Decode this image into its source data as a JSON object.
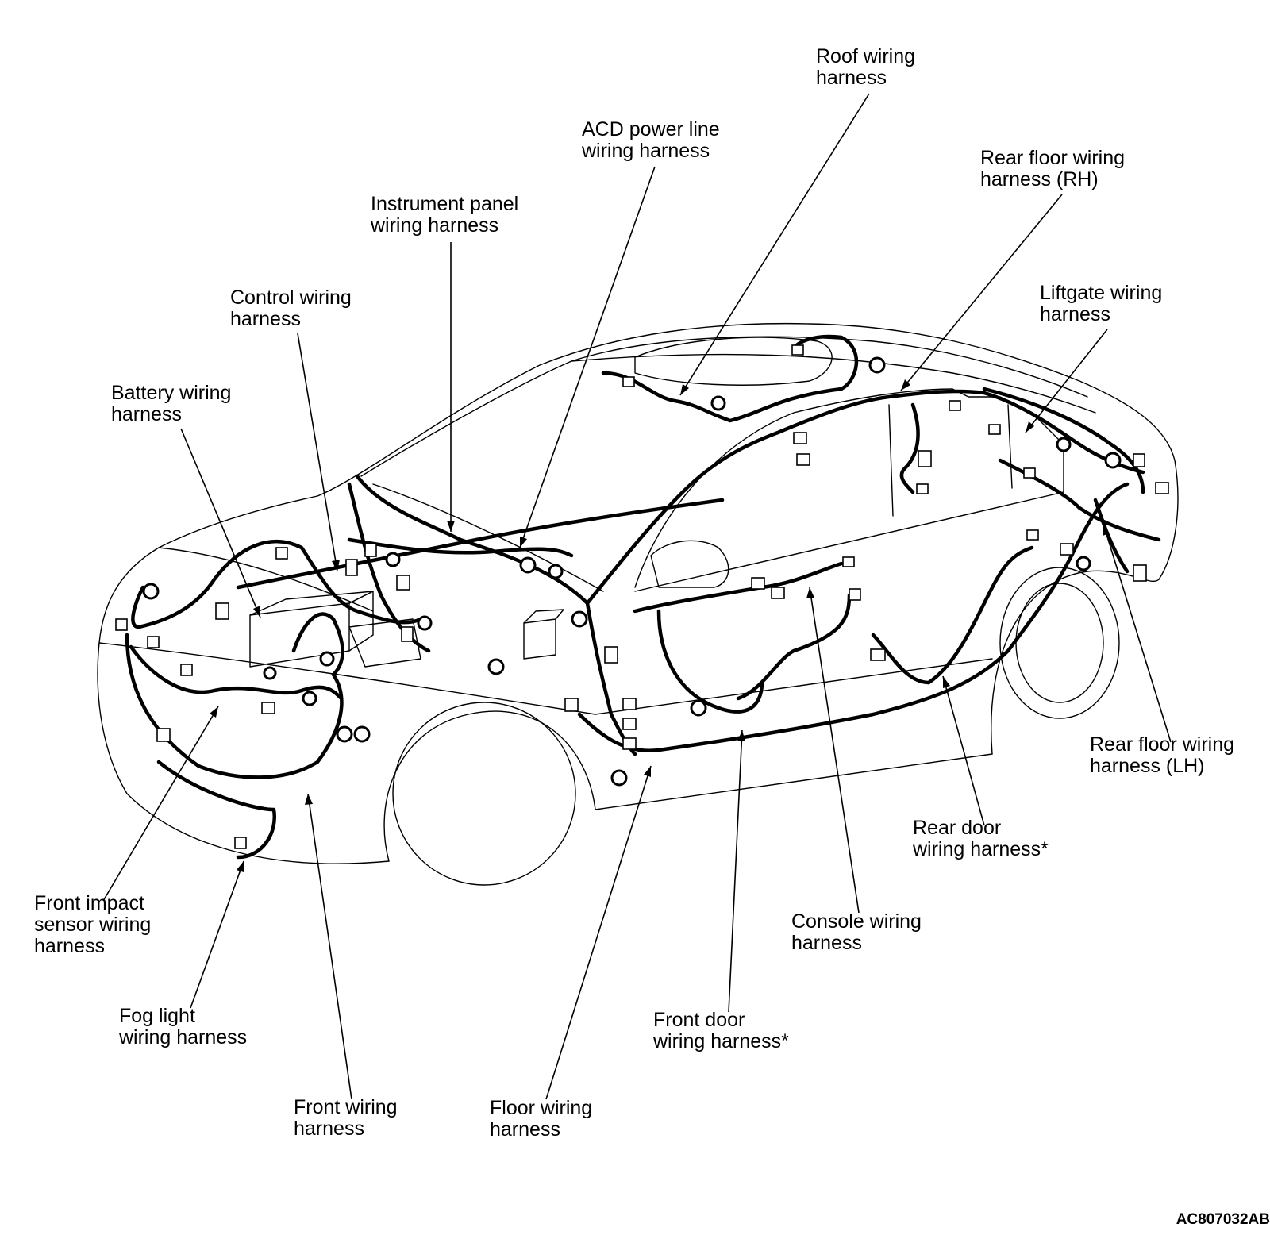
{
  "figure_code": "AC807032AB",
  "labels": {
    "roof": "Roof wiring\nharness",
    "acd_power_line": "ACD power line\nwiring harness",
    "rear_floor_rh": "Rear floor wiring\nharness (RH)",
    "instrument_panel": "Instrument panel\nwiring harness",
    "control": "Control wiring\nharness",
    "liftgate": "Liftgate wiring\nharness",
    "battery": "Battery wiring\nharness",
    "rear_floor_lh": "Rear floor wiring\nharness (LH)",
    "rear_door": "Rear door\nwiring harness*",
    "front_impact_sensor": "Front impact\nsensor wiring\nharness",
    "console": "Console wiring\nharness",
    "fog_light": "Fog light\nwiring harness",
    "front_door": "Front door\nwiring harness*",
    "front": "Front wiring\nharness",
    "floor": "Floor wiring\nharness"
  }
}
